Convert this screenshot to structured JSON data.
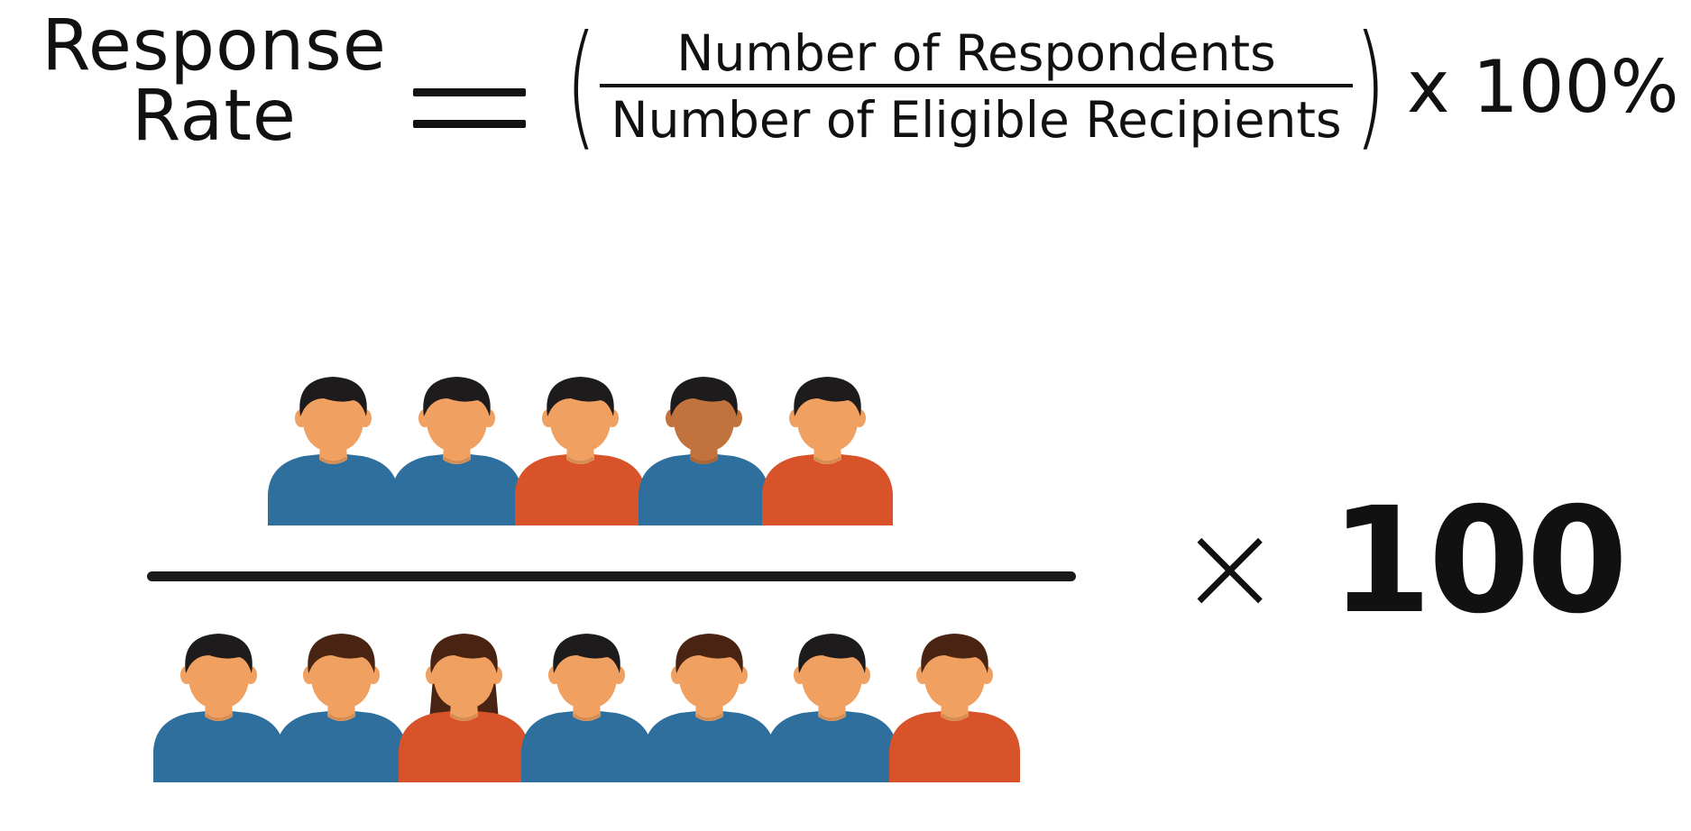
{
  "formula": {
    "lhs_line1": "Response",
    "lhs_line2": "Rate",
    "numerator": "Number of Respondents",
    "denominator": "Number of Eligible Recipients",
    "multiplier": "x 100%"
  },
  "illustration": {
    "multiply_symbol": "×",
    "multiplier_value": "100",
    "respondents": [
      {
        "hair": "#1d1b1b",
        "skin": "#f0a060",
        "shirt": "#2f6f9e",
        "style": "male"
      },
      {
        "hair": "#1d1b1b",
        "skin": "#f0a060",
        "shirt": "#2f6f9e",
        "style": "male"
      },
      {
        "hair": "#1d1b1b",
        "skin": "#f0a060",
        "shirt": "#d9532a",
        "style": "male"
      },
      {
        "hair": "#1d1b1b",
        "skin": "#c2723d",
        "shirt": "#2f6f9e",
        "style": "male"
      },
      {
        "hair": "#1d1b1b",
        "skin": "#f0a060",
        "shirt": "#d9532a",
        "style": "male"
      }
    ],
    "eligible_recipients": [
      {
        "hair": "#1d1b1b",
        "skin": "#f0a060",
        "shirt": "#2f6f9e",
        "style": "male"
      },
      {
        "hair": "#4a2412",
        "skin": "#f0a060",
        "shirt": "#2f6f9e",
        "style": "male"
      },
      {
        "hair": "#4a2412",
        "skin": "#f0a060",
        "shirt": "#d9532a",
        "style": "female"
      },
      {
        "hair": "#1d1b1b",
        "skin": "#f0a060",
        "shirt": "#2f6f9e",
        "style": "male"
      },
      {
        "hair": "#4a2412",
        "skin": "#f0a060",
        "shirt": "#2f6f9e",
        "style": "male"
      },
      {
        "hair": "#1d1b1b",
        "skin": "#f0a060",
        "shirt": "#2f6f9e",
        "style": "male"
      },
      {
        "hair": "#4a2412",
        "skin": "#f0a060",
        "shirt": "#d9532a",
        "style": "male"
      }
    ]
  }
}
